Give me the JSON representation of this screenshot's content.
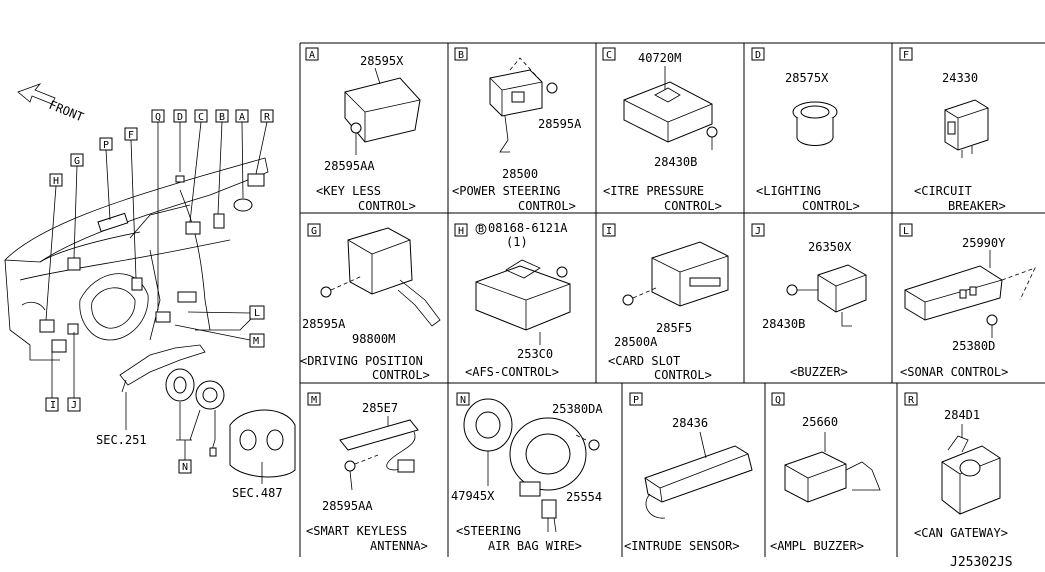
{
  "front_label": "FRONT",
  "drawing_code": "J25302JS",
  "overview": {
    "markers": [
      "Q",
      "D",
      "C",
      "B",
      "A",
      "R",
      "F",
      "G",
      "P",
      "H",
      "L",
      "M",
      "I",
      "J",
      "N"
    ],
    "sections": [
      "SEC.251",
      "SEC.487"
    ]
  },
  "cells": {
    "A": {
      "letter": "A",
      "parts": [
        "28595X",
        "28595AA"
      ],
      "caption": [
        "<KEY LESS",
        "CONTROL>"
      ]
    },
    "B": {
      "letter": "B",
      "parts": [
        "28595A",
        "28500"
      ],
      "caption": [
        "<POWER STEERING",
        "CONTROL>"
      ]
    },
    "C": {
      "letter": "C",
      "parts": [
        "40720M",
        "28430B"
      ],
      "caption": [
        "<ITRE PRESSURE",
        "CONTROL>"
      ]
    },
    "D": {
      "letter": "D",
      "parts": [
        "28575X"
      ],
      "caption": [
        "<LIGHTING",
        "CONTROL>"
      ]
    },
    "F": {
      "letter": "F",
      "parts": [
        "24330"
      ],
      "caption": [
        "<CIRCUIT",
        "BREAKER>"
      ]
    },
    "G": {
      "letter": "G",
      "parts": [
        "28595A",
        "98800M"
      ],
      "caption": [
        "<DRIVING POSITION",
        "CONTROL>"
      ]
    },
    "H": {
      "letter": "H",
      "parts": [
        "08168-6121A",
        "(1)",
        "253C0"
      ],
      "caption": [
        "<AFS-CONTROL>"
      ]
    },
    "I": {
      "letter": "I",
      "parts": [
        "285F5",
        "28500A"
      ],
      "caption": [
        "<CARD SLOT",
        "CONTROL>"
      ]
    },
    "J": {
      "letter": "J",
      "parts": [
        "26350X",
        "28430B"
      ],
      "caption": [
        "<BUZZER>"
      ]
    },
    "L": {
      "letter": "L",
      "parts": [
        "25990Y",
        "25380D"
      ],
      "caption": [
        "<SONAR CONTROL>"
      ]
    },
    "M": {
      "letter": "M",
      "parts": [
        "285E7",
        "28595AA"
      ],
      "caption": [
        "<SMART KEYLESS",
        "ANTENNA>"
      ]
    },
    "N": {
      "letter": "N",
      "parts": [
        "25380DA",
        "47945X",
        "25554"
      ],
      "caption": [
        "<STEERING",
        "AIR BAG WIRE>"
      ]
    },
    "P": {
      "letter": "P",
      "parts": [
        "28436"
      ],
      "caption": [
        "<INTRUDE SENSOR>"
      ]
    },
    "Q": {
      "letter": "Q",
      "parts": [
        "25660"
      ],
      "caption": [
        "<AMPL BUZZER>"
      ]
    },
    "R": {
      "letter": "R",
      "parts": [
        "284D1"
      ],
      "caption": [
        "<CAN GATEWAY>"
      ]
    }
  }
}
